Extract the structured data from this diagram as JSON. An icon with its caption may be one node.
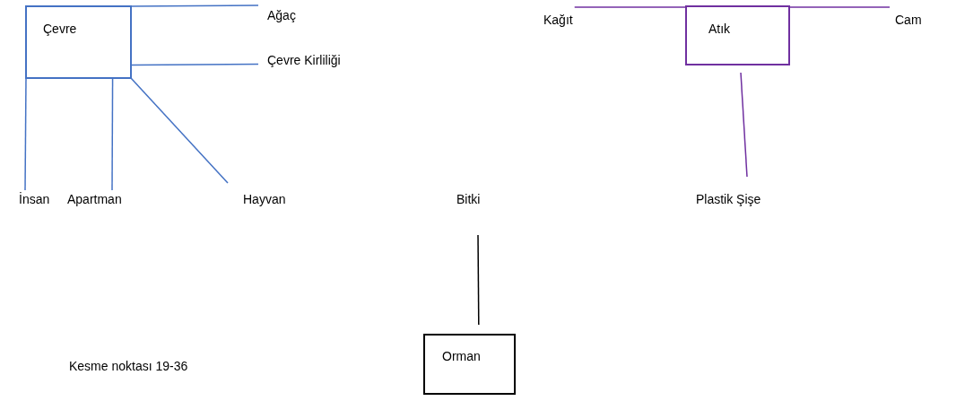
{
  "diagram": {
    "nodes": [
      {
        "text": [
          "Çevre"
        ]
      },
      {
        "text": [
          "Ağaç"
        ]
      },
      {
        "text": [
          "Çevre Kirliliği"
        ]
      },
      {
        "text": [
          "İnsan"
        ]
      },
      {
        "text": [
          "Apartman"
        ]
      },
      {
        "text": [
          "Hayvan"
        ]
      },
      {
        "text": [
          "Kağıt"
        ]
      },
      {
        "text": [
          "Atık"
        ]
      },
      {
        "text": [
          "Cam"
        ]
      },
      {
        "text": [
          "Plastik Şişe"
        ]
      },
      {
        "text": [
          "Bitki"
        ]
      },
      {
        "text": [
          "Orman"
        ]
      }
    ],
    "edges": [
      {
        "from": 0,
        "to": 1,
        "arrow": "none"
      },
      {
        "from": 0,
        "to": 2,
        "arrow": "none"
      },
      {
        "from": 0,
        "to": 3,
        "arrow": "none"
      },
      {
        "from": 0,
        "to": 4,
        "arrow": "none"
      },
      {
        "from": 0,
        "to": 5,
        "arrow": "none"
      },
      {
        "from": 7,
        "to": 6,
        "arrow": "none",
        "color": "#7030a0"
      },
      {
        "from": 7,
        "to": 8,
        "arrow": "none",
        "color": "#7030a0"
      },
      {
        "from": 7,
        "to": 9,
        "arrow": "none",
        "color": "#7030a0"
      },
      {
        "from": 11,
        "to": 10,
        "arrow": "none",
        "color": "#000000"
      }
    ],
    "labels": [
      "Kesme noktası 19-36"
    ]
  }
}
